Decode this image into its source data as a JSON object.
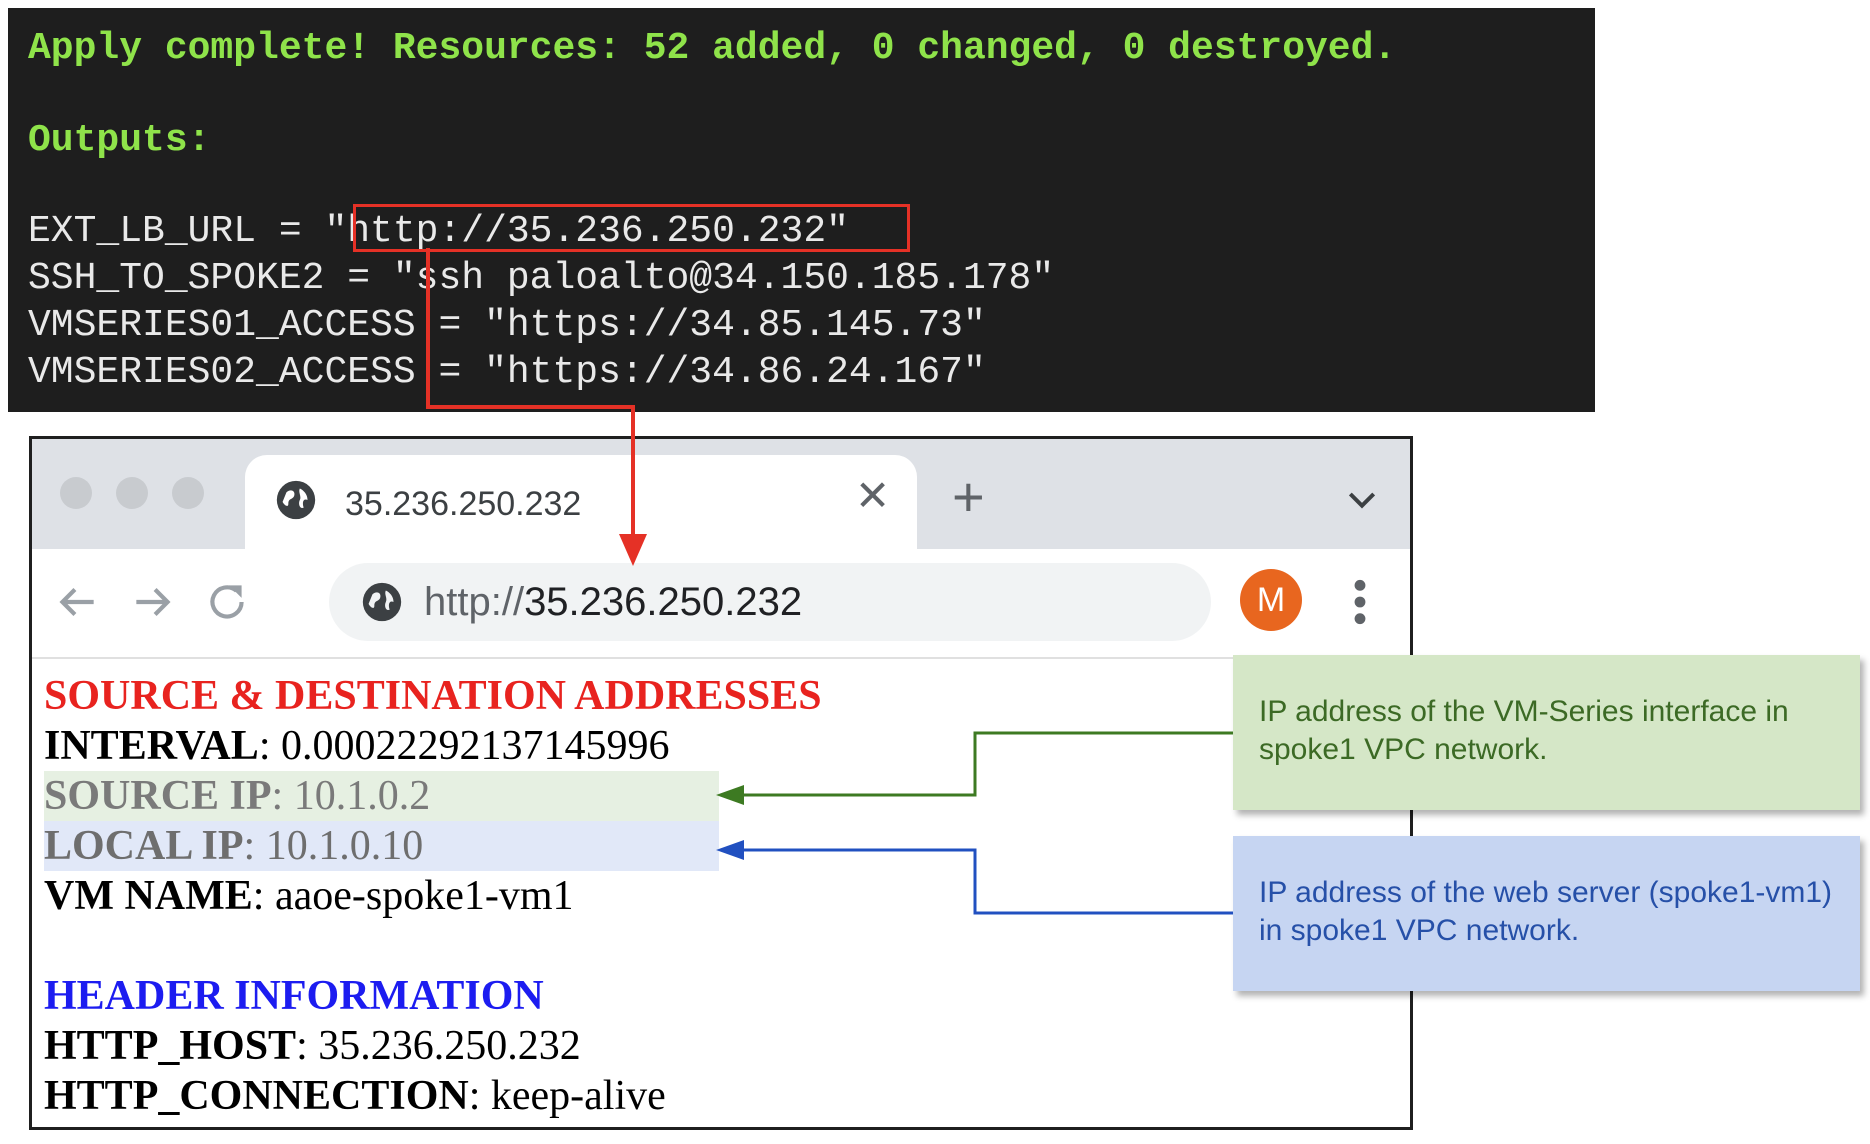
{
  "terminal": {
    "apply_line": "Apply complete! Resources: 52 added, 0 changed, 0 destroyed.",
    "outputs_label": "Outputs:",
    "outputs": [
      "EXT_LB_URL = \"http://35.236.250.232\"",
      "SSH_TO_SPOKE2 = \"ssh paloalto@34.150.185.178\"",
      "VMSERIES01_ACCESS = \"https://34.85.145.73\"",
      "VMSERIES02_ACCESS = \"https://34.86.24.167\""
    ]
  },
  "browser": {
    "tab_title": "35.236.250.232",
    "url_scheme": "http://",
    "url_host": "35.236.250.232",
    "avatar_letter": "M",
    "colors": {
      "avatar": "#e8661f",
      "tab_strip": "#dee1e6"
    }
  },
  "page": {
    "section1_title": "SOURCE & DESTINATION ADDRESSES",
    "rows1": [
      {
        "label": "INTERVAL",
        "value": ": 0.00022292137145996"
      },
      {
        "label": "SOURCE IP",
        "value": ": 10.1.0.2"
      },
      {
        "label": "LOCAL IP",
        "value": ": 10.1.0.10"
      },
      {
        "label": "VM NAME",
        "value": ": aaoe-spoke1-vm1"
      }
    ],
    "section2_title": "HEADER INFORMATION",
    "rows2": [
      {
        "label": "HTTP_HOST",
        "value": ": 35.236.250.232"
      },
      {
        "label": "HTTP_CONNECTION",
        "value": ": keep-alive"
      }
    ]
  },
  "callouts": {
    "green": "IP address of the VM-Series interface in spoke1 VPC network.",
    "blue": "IP address of the web server (spoke1-vm1) in spoke1 VPC network."
  }
}
